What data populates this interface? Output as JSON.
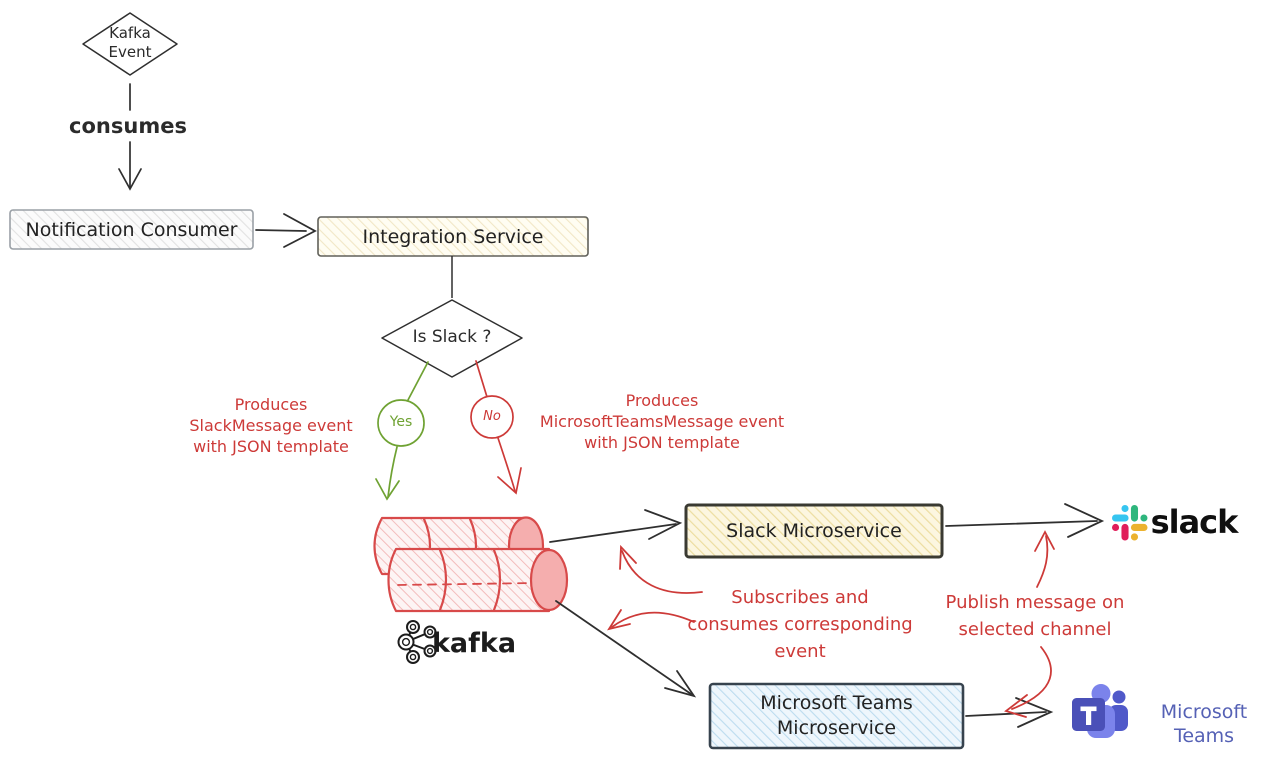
{
  "diagram": {
    "kafka_event": "Kafka\nEvent",
    "consumes": "consumes",
    "notification_consumer": "Notification Consumer",
    "integration_service": "Integration Service",
    "is_slack": "Is Slack ?",
    "yes": "Yes",
    "no": "No",
    "produces_slack": "Produces\nSlackMessage event\nwith JSON template",
    "produces_teams": "Produces\nMicrosoftTeamsMessage event\nwith JSON template",
    "kafka_label": "kafka",
    "slack_microservice": "Slack Microservice",
    "teams_microservice": "Microsoft Teams\nMicroservice",
    "subscribes_note": "Subscribes and\nconsumes corresponding\nevent",
    "publish_note": "Publish message on\nselected channel",
    "slack_wordmark": "slack",
    "teams_wordmark": "Microsoft Teams"
  },
  "colors": {
    "annotation_red": "#cd3a38",
    "branch_green": "#6fa233",
    "stroke_black": "#2f2f2f",
    "cylinder_red": "#d84a4a",
    "slack_blue": "#36C5F0",
    "slack_green": "#2EB67D",
    "slack_yellow": "#ECB22E",
    "slack_red": "#E01E5A",
    "teams_purple": "#4a50b8",
    "teams_light_purple": "#7B83EB"
  }
}
